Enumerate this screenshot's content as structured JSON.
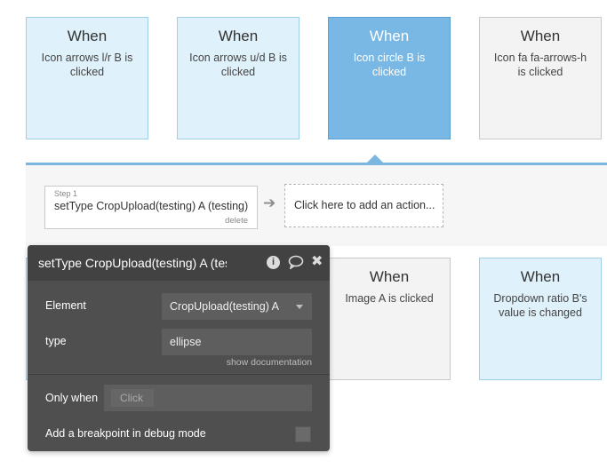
{
  "cards": [
    {
      "title": "When",
      "desc": "Icon arrows l/r B is clicked",
      "state": "default"
    },
    {
      "title": "When",
      "desc": "Icon arrows u/d B is clicked",
      "state": "default"
    },
    {
      "title": "When",
      "desc": "Icon circle B is clicked",
      "state": "selected"
    },
    {
      "title": "When",
      "desc": "Icon fa fa-arrows-h is clicked",
      "state": "gray"
    },
    {
      "title": "When",
      "desc": "Image A is clicked",
      "state": "gray"
    },
    {
      "title": "When",
      "desc": "Dropdown ratio B's value is changed",
      "state": "default"
    }
  ],
  "workflow": {
    "step_label": "Step 1",
    "step_text": "setType CropUpload(testing) A (testing)",
    "delete_label": "delete",
    "add_action_label": "Click here to add an action..."
  },
  "editor": {
    "title": "setType CropUpload(testing) A (testing)",
    "element_label": "Element",
    "element_value": "CropUpload(testing) A",
    "type_label": "type",
    "type_value": "ellipse",
    "show_documentation": "show documentation",
    "only_when_label": "Only when",
    "only_when_placeholder": "Click",
    "breakpoint_label": "Add a breakpoint in debug mode"
  },
  "icons": {
    "info": "info-icon",
    "comment": "comment-icon",
    "close": "close-icon",
    "arrow": "arrow-right-icon"
  },
  "colors": {
    "card_blue": "#dff1fb",
    "card_selected": "#79b8e4",
    "card_gray": "#f3f3f3",
    "editor_bg": "#4f4f4f",
    "editor_header": "#424242"
  }
}
